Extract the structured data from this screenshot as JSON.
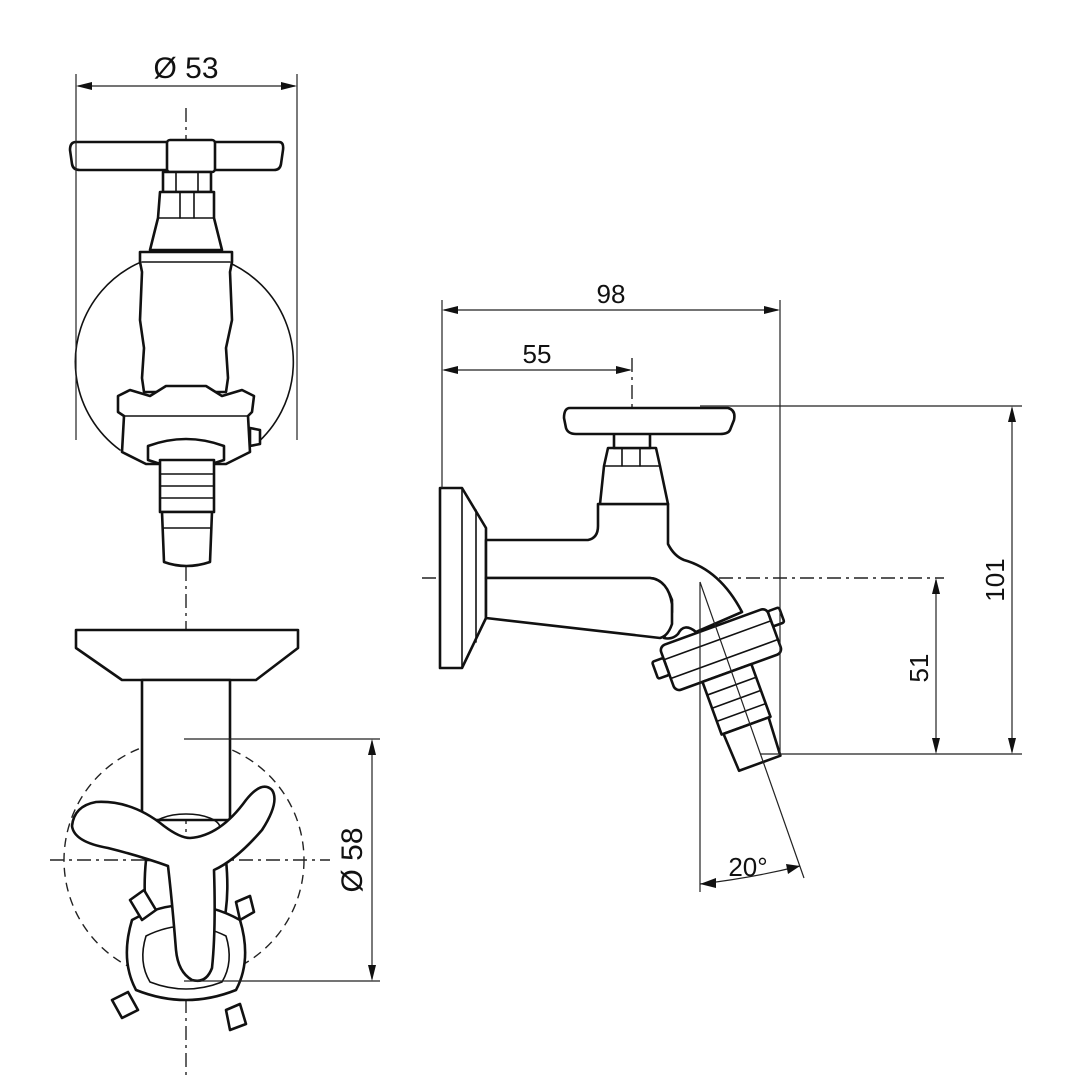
{
  "dimensions": {
    "front_diameter": "Ø 53",
    "overall_length": "98",
    "wall_to_axis": "55",
    "overall_height": "101",
    "axis_to_outlet": "51",
    "flange_diameter": "Ø 58",
    "outlet_angle": "20°"
  },
  "colors": {
    "line": "#111111",
    "background": "#ffffff"
  }
}
